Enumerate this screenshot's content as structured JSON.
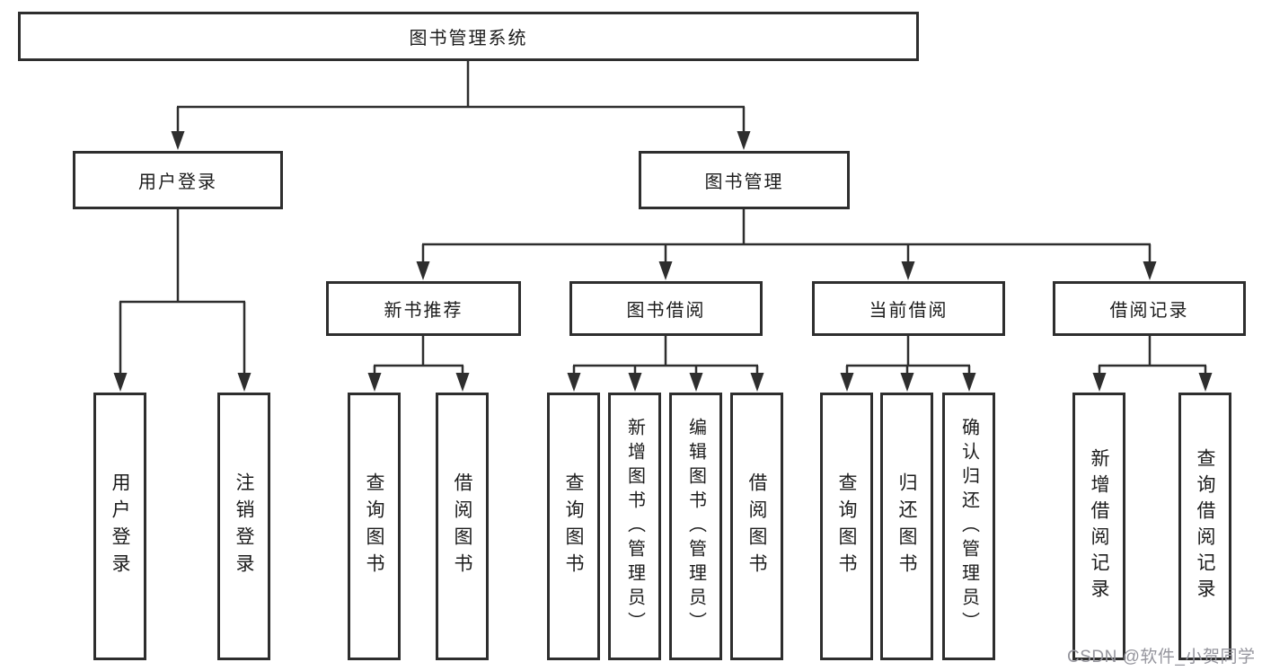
{
  "diagram": {
    "type": "hierarchy-tree",
    "root": {
      "label": "图书管理系统"
    },
    "level2": [
      {
        "id": "user-login",
        "label": "用户登录"
      },
      {
        "id": "book-management",
        "label": "图书管理"
      }
    ],
    "level3": [
      {
        "id": "new-book-recommend",
        "label": "新书推荐",
        "parent": "图书管理"
      },
      {
        "id": "book-borrow",
        "label": "图书借阅",
        "parent": "图书管理"
      },
      {
        "id": "current-borrow",
        "label": "当前借阅",
        "parent": "图书管理"
      },
      {
        "id": "borrow-records",
        "label": "借阅记录",
        "parent": "图书管理"
      }
    ],
    "leaves": {
      "user_login": [
        {
          "label": "用户登录"
        },
        {
          "label": "注销登录"
        }
      ],
      "new_book_recommend": [
        {
          "label": "查询图书"
        },
        {
          "label": "借阅图书"
        }
      ],
      "book_borrow": [
        {
          "label": "查询图书"
        },
        {
          "label": "新增图书（管理员）"
        },
        {
          "label": "编辑图书（管理员）"
        },
        {
          "label": "借阅图书"
        }
      ],
      "current_borrow": [
        {
          "label": "查询图书"
        },
        {
          "label": "归还图书"
        },
        {
          "label": "确认归还（管理员）"
        }
      ],
      "borrow_records": [
        {
          "label": "新增借阅记录"
        },
        {
          "label": "查询借阅记录"
        }
      ]
    }
  },
  "watermark": {
    "text": "CSDN @软件_小贺同学"
  },
  "colors": {
    "line": "#2e2e2e",
    "text": "#1c1c1c",
    "box_background": "#ffffff",
    "page_background": "#ffffff",
    "watermark": "#95959d"
  }
}
